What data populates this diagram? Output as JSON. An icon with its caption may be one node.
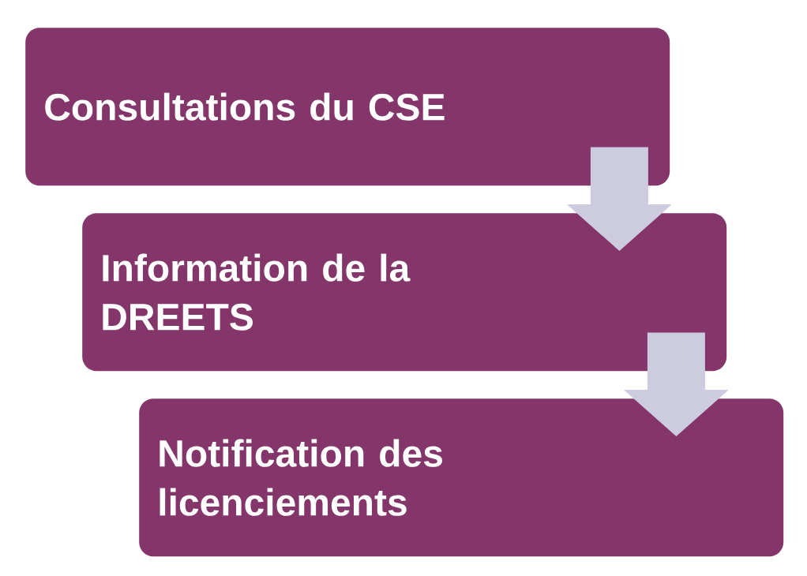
{
  "diagram": {
    "nodes": [
      {
        "text": [
          "Consultations du CSE"
        ]
      },
      {
        "text": [
          "Information de la DREETS"
        ]
      },
      {
        "text": [
          "Notification des licenciements"
        ]
      }
    ],
    "edges": [
      {
        "from": 0,
        "to": 1,
        "arrow": "to"
      },
      {
        "from": 1,
        "to": 2,
        "arrow": "to"
      }
    ]
  }
}
